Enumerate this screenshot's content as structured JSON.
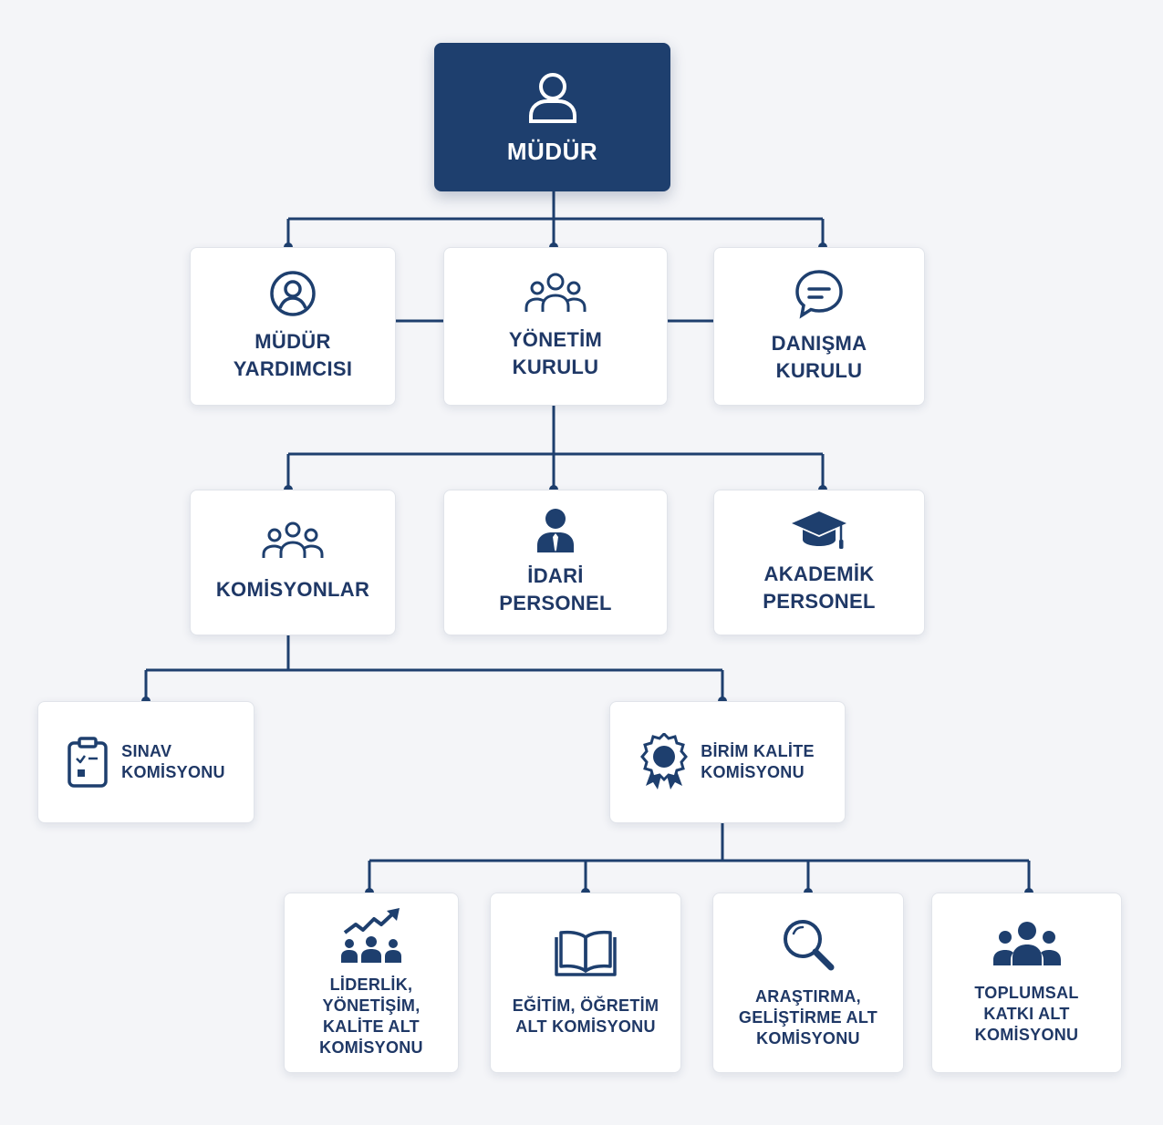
{
  "nodes": {
    "mudur": "MÜDÜR",
    "mudur_yardimcisi": "MÜDÜR\nYARDIMCISI",
    "yonetim_kurulu": "YÖNETİM\nKURULU",
    "danisma_kurulu": "DANIŞMA\nKURULU",
    "komisyonlar": "KOMİSYONLAR",
    "idari_personel": "İDARİ\nPERSONEL",
    "akademik_personel": "AKADEMİK\nPERSONEL",
    "sinav_komisyonu": "SINAV\nKOMİSYONU",
    "birim_kalite_komisyonu": "BİRİM KALİTE\nKOMİSYONU",
    "liderlik": "LİDERLİK,\nYÖNETİŞİM,\nKALİTE ALT\nKOMİSYONU",
    "egitim": "EĞİTİM, ÖĞRETİM\nALT KOMİSYONU",
    "arastirma": "ARAŞTIRMA,\nGELİŞTİRME ALT\nKOMİSYONU",
    "toplumsal": "TOPLUMSAL\nKATKI ALT\nKOMİSYONU"
  },
  "icons": {
    "mudur": "user-outline-icon",
    "mudur_yardimcisi": "user-circle-icon",
    "yonetim_kurulu": "group-outline-icon",
    "danisma_kurulu": "chat-bubble-icon",
    "komisyonlar": "group-outline-icon",
    "idari_personel": "person-tie-icon",
    "akademik_personel": "graduation-cap-icon",
    "sinav_komisyonu": "clipboard-icon",
    "birim_kalite_komisyonu": "award-badge-icon",
    "liderlik": "growth-team-icon",
    "egitim": "open-book-icon",
    "arastirma": "magnifier-icon",
    "toplumsal": "team-icon"
  },
  "colors": {
    "primary": "#1e3f6e",
    "text": "#1f3866",
    "background": "#f4f5f8",
    "card": "#ffffff"
  }
}
